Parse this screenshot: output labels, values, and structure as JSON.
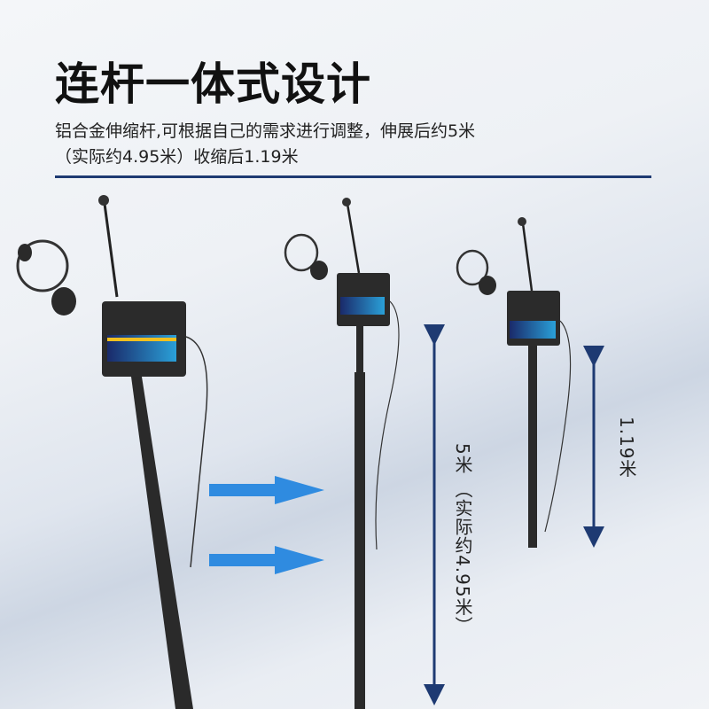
{
  "header": {
    "title": "连杆一体式设计",
    "subtitle_line1": "铝合金伸缩杆,可根据自己的需求进行调整，伸展后约5米",
    "subtitle_line2": "（实际约4.95米）收缩后1.19米"
  },
  "dimensions": {
    "extended_label": "5米 （实际约4.95米）",
    "retracted_label": "1.19米"
  },
  "colors": {
    "accent": "#1e3a72",
    "arrow": "#2f8be0"
  }
}
